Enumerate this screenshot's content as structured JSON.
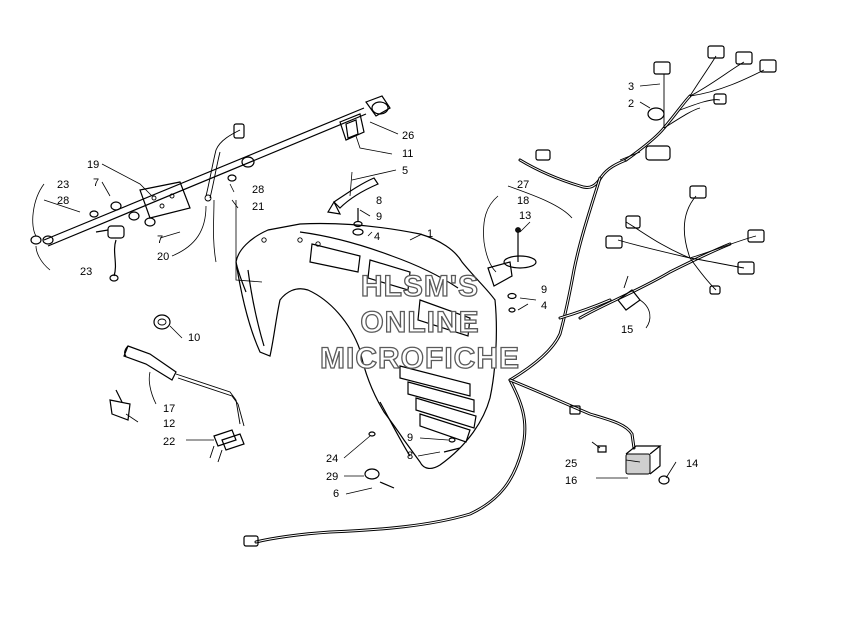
{
  "callouts": [
    {
      "id": "c1",
      "label": "1"
    },
    {
      "id": "c2",
      "label": "2"
    },
    {
      "id": "c3",
      "label": "3"
    },
    {
      "id": "c4",
      "label": "4"
    },
    {
      "id": "c4b",
      "label": "4"
    },
    {
      "id": "c5",
      "label": "5"
    },
    {
      "id": "c6",
      "label": "6"
    },
    {
      "id": "c7a",
      "label": "7"
    },
    {
      "id": "c7b",
      "label": "7"
    },
    {
      "id": "c8a",
      "label": "8"
    },
    {
      "id": "c8b",
      "label": "8"
    },
    {
      "id": "c9a",
      "label": "9"
    },
    {
      "id": "c9b",
      "label": "9"
    },
    {
      "id": "c9c",
      "label": "9"
    },
    {
      "id": "c10",
      "label": "10"
    },
    {
      "id": "c11",
      "label": "11"
    },
    {
      "id": "c12",
      "label": "12"
    },
    {
      "id": "c13",
      "label": "13"
    },
    {
      "id": "c14",
      "label": "14"
    },
    {
      "id": "c15",
      "label": "15"
    },
    {
      "id": "c16",
      "label": "16"
    },
    {
      "id": "c17",
      "label": "17"
    },
    {
      "id": "c18",
      "label": "18"
    },
    {
      "id": "c19",
      "label": "19"
    },
    {
      "id": "c20",
      "label": "20"
    },
    {
      "id": "c21",
      "label": "21"
    },
    {
      "id": "c22",
      "label": "22"
    },
    {
      "id": "c23a",
      "label": "23"
    },
    {
      "id": "c23b",
      "label": "23"
    },
    {
      "id": "c24",
      "label": "24"
    },
    {
      "id": "c25",
      "label": "25"
    },
    {
      "id": "c26",
      "label": "26"
    },
    {
      "id": "c27",
      "label": "27"
    },
    {
      "id": "c28a",
      "label": "28"
    },
    {
      "id": "c28b",
      "label": "28"
    },
    {
      "id": "c29",
      "label": "29"
    }
  ],
  "watermark": {
    "line1": "HLSM'S",
    "line2": "ONLINE",
    "line3": "MICROFICHE"
  }
}
